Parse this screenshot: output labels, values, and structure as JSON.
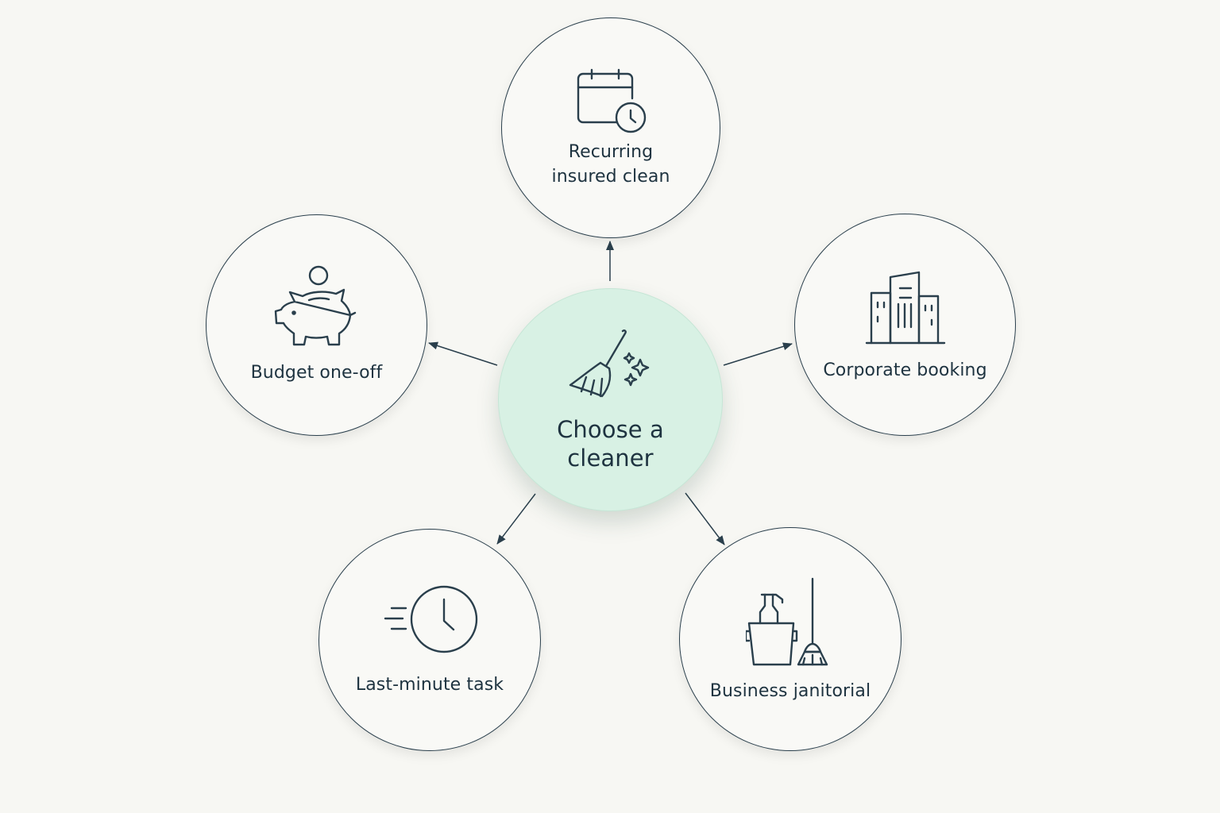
{
  "diagram": {
    "center": {
      "label": "Choose a\ncleaner",
      "icon": "broom-sparkle-icon"
    },
    "options": [
      {
        "id": "top",
        "label": "Recurring\ninsured clean",
        "icon": "calendar-clock-icon"
      },
      {
        "id": "left",
        "label": "Budget one-off",
        "icon": "piggy-bank-icon"
      },
      {
        "id": "right",
        "label": "Corporate booking",
        "icon": "office-buildings-icon"
      },
      {
        "id": "bl",
        "label": "Last-minute task",
        "icon": "fast-clock-icon"
      },
      {
        "id": "br",
        "label": "Business janitorial",
        "icon": "cleaning-supplies-icon"
      }
    ]
  },
  "colors": {
    "stroke": "#2a3f4c",
    "center_fill": "#d8f1e4",
    "node_fill": "#f9f9f6",
    "background": "#f7f7f3"
  }
}
